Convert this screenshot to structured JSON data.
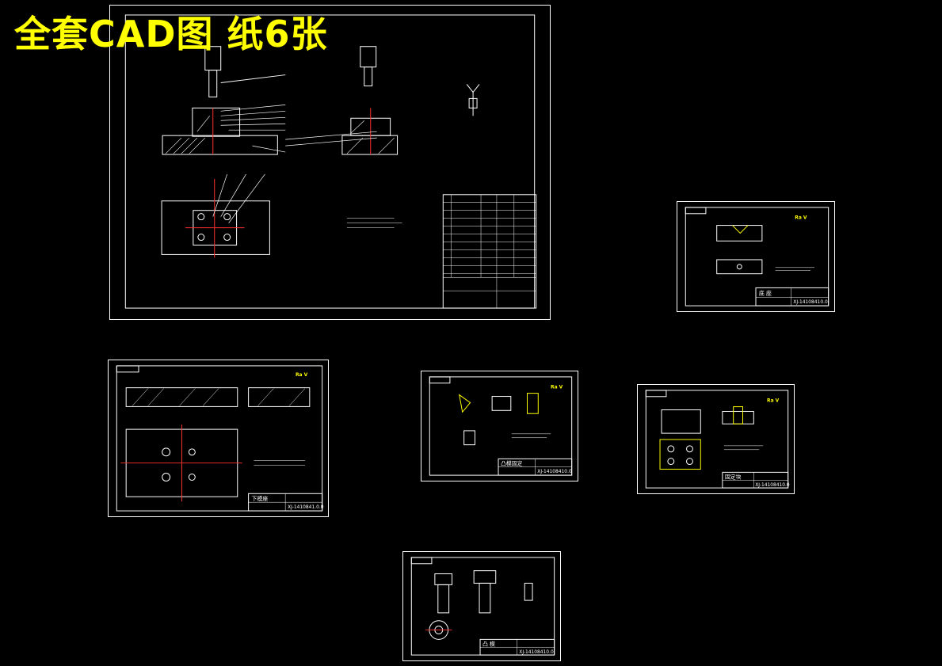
{
  "banner": {
    "text": "全套CAD图 纸6张",
    "color": "#ffff00"
  },
  "colors": {
    "background": "#000000",
    "line": "#ffffff",
    "highlight": "#ffff00",
    "red": "#ff3030"
  },
  "sheets": [
    {
      "id": "assembly",
      "title": "",
      "code": "",
      "roughness_mark": ""
    },
    {
      "id": "part-1",
      "title": "底 座",
      "code": "XJ-14108410.0",
      "roughness_mark": "Ra V"
    },
    {
      "id": "part-2",
      "title": "下模座",
      "code": "XJ-1410841.0.0",
      "roughness_mark": "Ra V"
    },
    {
      "id": "part-3",
      "title": "凸模固定",
      "code": "XJ-14108410.0",
      "roughness_mark": "Ra V"
    },
    {
      "id": "part-4",
      "title": "固定块",
      "code": "XJ-14108410.0",
      "roughness_mark": "Ra V"
    },
    {
      "id": "part-5",
      "title": "凸 模",
      "code": "XJ-14108410.0",
      "roughness_mark": ""
    }
  ]
}
